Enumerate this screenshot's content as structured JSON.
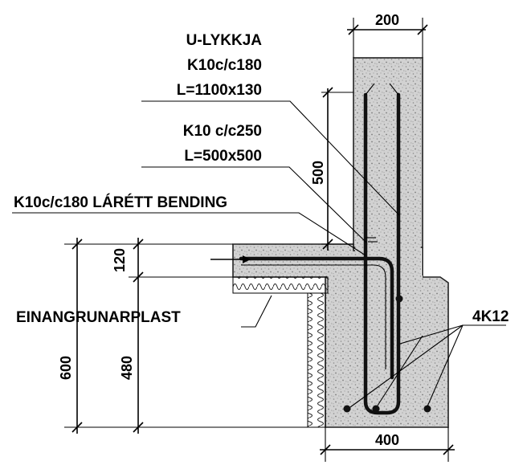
{
  "labels": {
    "u_lykkja_title": "U-LYKKJA",
    "u_lykkja_spec": "K10c/c180",
    "u_lykkja_length": "L=1100x130",
    "k10_spec": "K10 c/c250",
    "k10_length": "L=500x500",
    "horizontal_bending": "K10c/c180 LÁRÉTT BENDING",
    "insulation": "EINANGRUNARPLAST",
    "bars": "4K12"
  },
  "dimensions": {
    "wall_width": "200",
    "anchor_length": "500",
    "slab_thickness": "120",
    "total_height": "600",
    "footing_height": "480",
    "footing_width": "400"
  }
}
